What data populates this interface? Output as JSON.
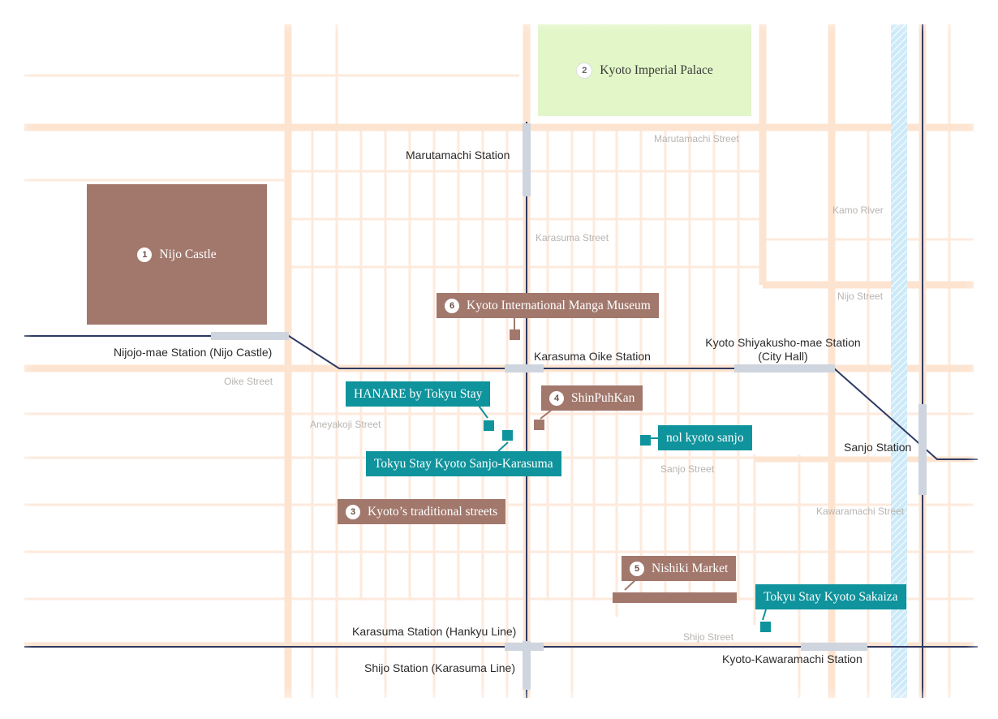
{
  "map": {
    "streets": {
      "marutamachi": "Marutamachi Street",
      "karasuma": "Karasuma Street",
      "kamo_river": "Kamo River",
      "nijo": "Nijo Street",
      "oike": "Oike Street",
      "aneyakoji": "Aneyakoji Street",
      "sanjo": "Sanjo Street",
      "kawaramachi": "Kawaramachi Street",
      "shijo": "Shijo Street"
    },
    "stations": {
      "marutamachi": "Marutamachi Station",
      "nijojo_mae": "Nijojo-mae Station (Nijo Castle)",
      "karasuma_oike": "Karasuma Oike Station",
      "shiyakusho_line1": "Kyoto Shiyakusho-mae Station",
      "shiyakusho_line2": "(City Hall)",
      "sanjo": "Sanjo Station",
      "karasuma_hankyu": "Karasuma Station (Hankyu Line)",
      "shijo": "Shijo Station (Karasuma Line)",
      "kawaramachi": "Kyoto-Kawaramachi Station"
    },
    "attractions": [
      {
        "num": "1",
        "name": "Nijo Castle"
      },
      {
        "num": "2",
        "name": "Kyoto Imperial Palace"
      },
      {
        "num": "3",
        "name": "Kyoto’s traditional streets"
      },
      {
        "num": "4",
        "name": "ShinPuhKan"
      },
      {
        "num": "5",
        "name": "Nishiki Market"
      },
      {
        "num": "6",
        "name": "Kyoto International Manga Museum"
      }
    ],
    "hotels": {
      "hanare": "HANARE by Tokyu Stay",
      "sanjo_karasuma": "Tokyu Stay Kyoto Sanjo-Karasuma",
      "nol": "nol kyoto sanjo",
      "sakaiza": "Tokyu Stay Kyoto Sakaiza"
    },
    "colors": {
      "major_road": "#fde4d0",
      "minor_road": "#fdeadc",
      "rail_line": "#2e3a63",
      "station_bar": "#cfd5de",
      "park": "#e2f6c8",
      "attraction": "#a2786c",
      "hotel": "#0f939c",
      "river": "#c4e6f6"
    }
  }
}
